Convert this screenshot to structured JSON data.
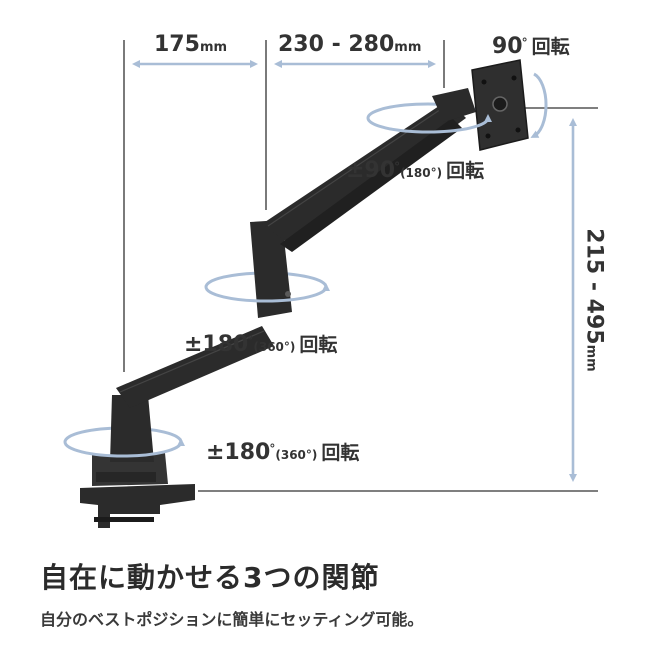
{
  "dimensions": {
    "base_to_joint": {
      "value": "175",
      "unit": "mm"
    },
    "joint_to_monitor": {
      "value": "230 - 280",
      "unit": "mm"
    },
    "height": {
      "value": "215 - 495",
      "unit": "mm"
    }
  },
  "rotations": {
    "monitor_tilt": {
      "angle": "90",
      "degree": "°",
      "label": "回転"
    },
    "head": {
      "angle": "±90",
      "degree": "°",
      "range": "(180°)",
      "label": "回転"
    },
    "elbow": {
      "angle": "±180",
      "degree": "°",
      "range": "(360°)",
      "label": "回転"
    },
    "base": {
      "angle": "±180",
      "degree": "°",
      "range": "(360°)",
      "label": "回転"
    }
  },
  "title": "自在に動かせる3つの関節",
  "subtitle": "自分のベストポジションに簡単にセッティング可能。",
  "colors": {
    "arm": "#2b2b2b",
    "arrow": "#a9bdd6",
    "guide": "#333333"
  }
}
